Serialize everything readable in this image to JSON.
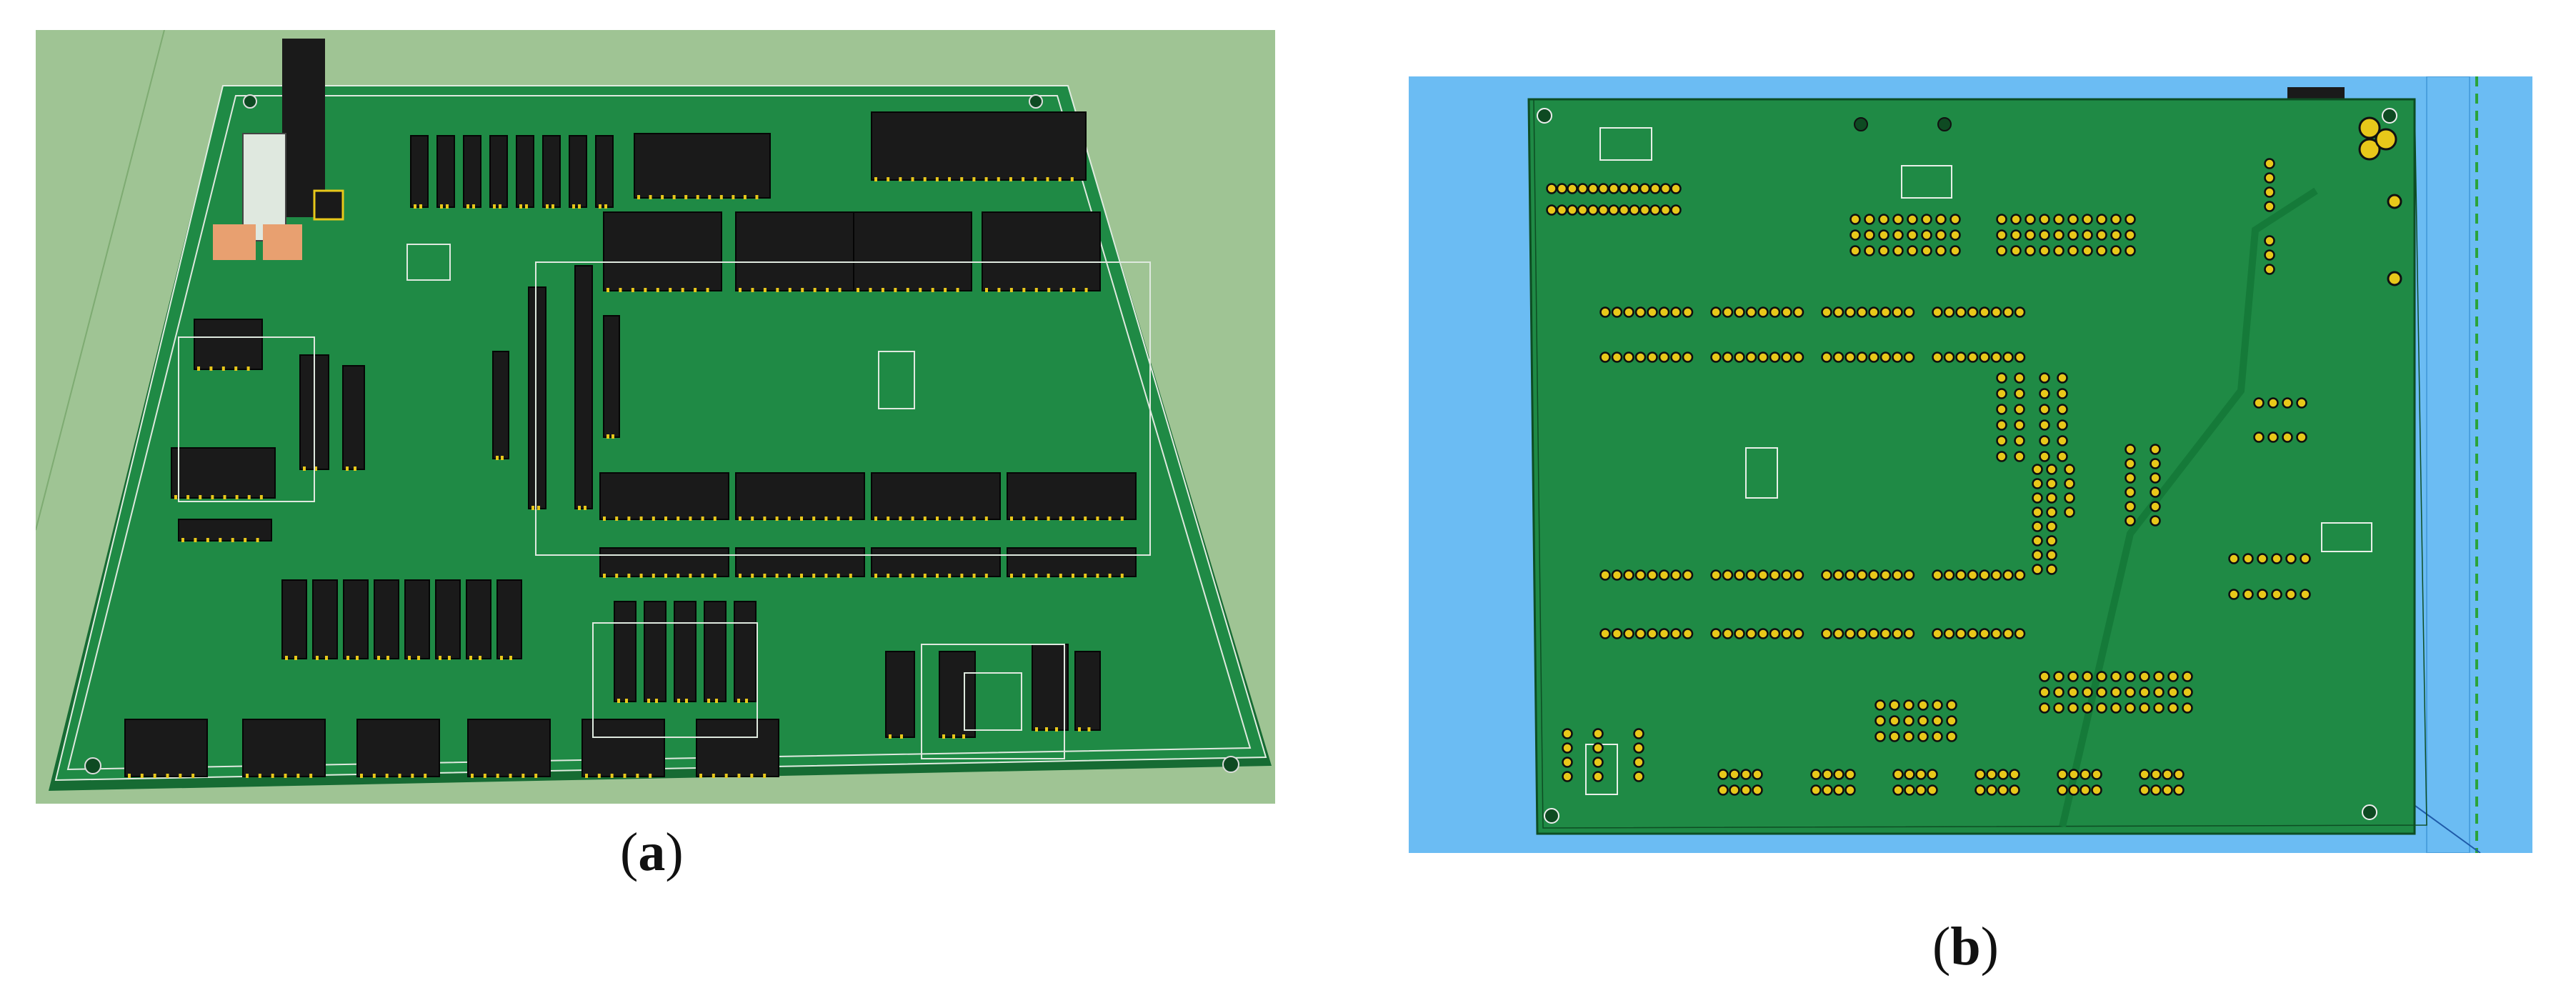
{
  "figure": {
    "panel_a": {
      "label": "a",
      "content": "3d-render-pcb-component-side"
    },
    "panel_b": {
      "label": "b",
      "content": "pcb-top-view-pads-and-traces"
    }
  },
  "colors": {
    "pcb_green": "#1f8a45",
    "background_a": "#9fc494",
    "background_b": "#6bbcf3",
    "connector_black": "#1a1a1a",
    "pad_gold": "#e8c81a",
    "silkscreen": "#e8f0e8"
  }
}
